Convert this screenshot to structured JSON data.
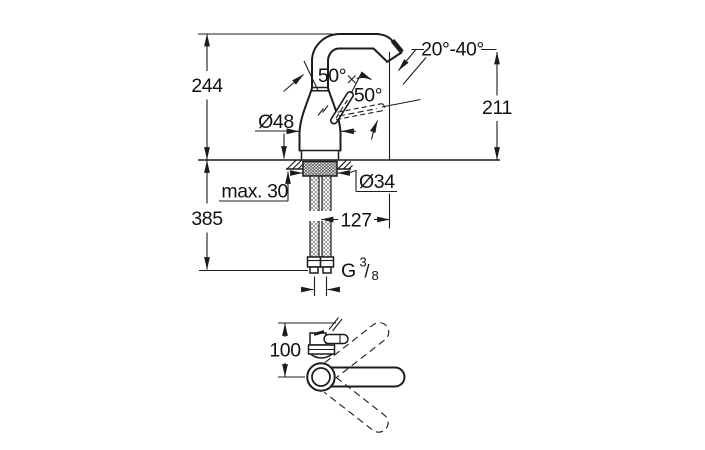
{
  "drawing": {
    "type": "technical-dimension-drawing",
    "subject": "single-lever high-spout basin mixer, side elevation and plan view",
    "units": "mm",
    "side_view": {
      "height_overall": "244",
      "height_to_spout": "211",
      "spout_end_angle_range": "20°-40°",
      "lever_angle_front": "50°",
      "lever_angle_side": "50°",
      "body_diameter": "Ø48",
      "max_deck_thickness": "max. 30",
      "hole_diameter": "Ø34",
      "spout_reach": "127",
      "height_below_deck": "385",
      "connection_thread": {
        "prefix": "G",
        "numerator": "3",
        "slash": "/",
        "denominator": "8"
      }
    },
    "plan_view": {
      "lever_depth": "100"
    }
  },
  "colors": {
    "line": "#1c1c1c",
    "text": "#111111",
    "background": "#ffffff"
  }
}
